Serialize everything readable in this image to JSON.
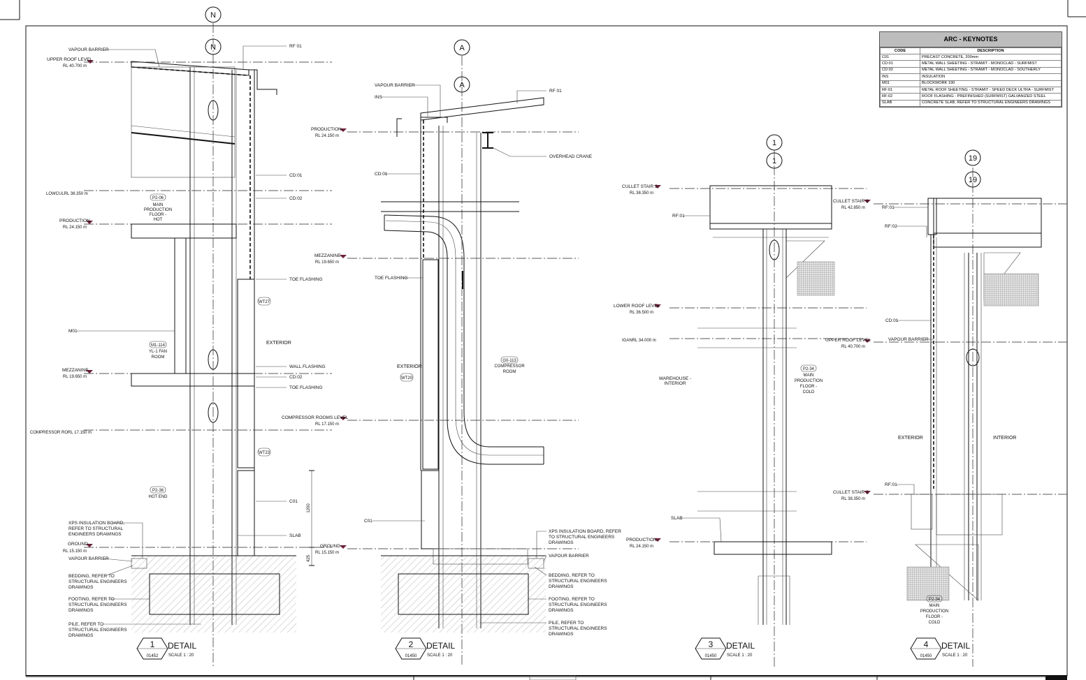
{
  "keynotes": {
    "title": "ARC - KEYNOTES",
    "col_code": "CODE",
    "col_desc": "DESCRIPTION",
    "rows": [
      {
        "code": "C01",
        "desc": "PRECAST CONCRETE, 200mm"
      },
      {
        "code": "CD:01",
        "desc": "METAL WALL SHEETING - STRAMIT - MONOCLAD - SURFMIST"
      },
      {
        "code": "CD:02",
        "desc": "METAL WALL SHEETING - STRAMIT - MONOCLAD - SOUTHERLY"
      },
      {
        "code": "INS",
        "desc": "INSULATION"
      },
      {
        "code": "M01",
        "desc": "BLOCKWORK 190"
      },
      {
        "code": "RF:01",
        "desc": "METAL ROOF SHEETING - STRAMIT - SPEED DECK ULTRA - SURFMIST"
      },
      {
        "code": "RF:02",
        "desc": "ROOF FLASHING - PREFINISHED (SURFMIST) GALVANIZED STEEL"
      },
      {
        "code": "SLAB",
        "desc": "CONCRETE SLAB, REFER TO STRUCTURAL ENGINEERS DRAWINGS"
      }
    ]
  },
  "grid": {
    "n": "N",
    "a": "A",
    "one": "1",
    "nineteen": "19"
  },
  "d1": {
    "vapour_barrier": "VAPOUR BARRIER",
    "rf01": "RF 01",
    "upper_roof": "UPPER ROOF LEVEL",
    "upper_roof_rl": "RL 40.700 m",
    "cd01": "CD:01",
    "cd02": "CD:02",
    "low_cul": "LOWCULRL 38.350 m",
    "p206": "P2-06",
    "room_main": "MAIN",
    "room_production": "PRODUCTION",
    "room_floor": "FLOOR -",
    "room_hot": "HOT",
    "production": "PRODUCTION",
    "production_rl": "RL 24.150 m",
    "toe_flashing": "TOE FLASHING",
    "wt27": "WT27",
    "m01": "M01",
    "m1114": "M1-114",
    "fan_1": "YL-1 FAN",
    "fan_2": "ROOM",
    "exterior": "EXTERIOR",
    "wall_flashing": "WALL FLASHING",
    "mezzanine": "MEZZANINE",
    "mezzanine_rl": "RL 19.650 m",
    "cd02b": "CD:02",
    "toe_flashing2": "TOE FLASHING",
    "compressor": "COMPRESSOR RORL 17.150 m",
    "wt23": "WT23",
    "p238": "P2-38",
    "hot_end": "HOT END",
    "c01": "C01",
    "dim_1200": "1200",
    "xps_1": "XPS INSULATION BOARD,",
    "xps_2": "REFER TO STRUCTURAL",
    "xps_3": "ENGINEERS DRAWINGS",
    "slab": "SLAB",
    "ground": "GROUND",
    "ground_rl": "RL 15.150 m",
    "vapour_barrier2": "VAPOUR BARRIER",
    "dim_425": "425",
    "bed_1": "BEDDING, REFER TO",
    "bed_2": "STRUCTURAL ENGINEERS",
    "bed_3": "DRAWINGS",
    "foot_1": "FOOTING, REFER TO",
    "foot_2": "STRUCTURAL ENGINEERS",
    "foot_3": "DRAWINGS",
    "pile_1": "PILE, REFER TO",
    "pile_2": "STRUCTURAL ENGINEERS",
    "pile_3": "DRAWINGS",
    "tag_num": "1",
    "tag_sheet": "01452",
    "tag_title": "DETAIL",
    "tag_scale": "SCALE   1 : 20"
  },
  "d2": {
    "vapour_barrier": "VAPOUR BARRIER",
    "ins": "INS",
    "rf01": "RF 01",
    "production": "PRODUCTION",
    "production_rl": "RL 24.150 m",
    "overhead_crane": "OVERHEAD CRANE",
    "cd01": "CD:01",
    "mezzanine": "MEZZANINE",
    "mezzanine_rl": "RL 19.650 m",
    "toe_flashing": "TOE FLASHING",
    "exterior": "EXTERIOR",
    "wt20": "WT20",
    "g0113": "G0-113",
    "compressor_1": "COMPRESSOR",
    "compressor_2": "ROOM",
    "comp_level": "COMPRESSOR ROOMS LEVEL",
    "comp_level_rl": "RL 17.150 m",
    "c01": "C01",
    "ground": "GROUND",
    "ground_rl": "RL 15.150 m",
    "xps_1": "XPS INSULATION BOARD, REFER",
    "xps_2": "TO STRUCTURAL ENGINEERS",
    "xps_3": "DRAWINGS",
    "vapour_barrier2": "VAPOUR BARRIER",
    "bed_1": "BEDDING, REFER TO",
    "bed_2": "STRUCTURAL ENGINEERS",
    "bed_3": "DRAWINGS",
    "foot_1": "FOOTING, REFER TO",
    "foot_2": "STRUCTURAL ENGINEERS",
    "foot_3": "DRAWINGS",
    "pile_1": "PILE, REFER TO",
    "pile_2": "STRUCTURAL ENGINEERS",
    "pile_3": "DRAWINGS",
    "tag_num": "2",
    "tag_sheet": "01450",
    "tag_title": "DETAIL",
    "tag_scale": "SCALE   1 : 20"
  },
  "d3": {
    "cullet2": "CULLET STAIR 2",
    "cullet2_rl": "RL 38.350 m",
    "rf01": "RF:01",
    "lower_roof": "LOWER ROOF LEVEL",
    "lower_roof_rl": "RL 36.500 m",
    "ganrl": "IGANRL 34.000 m",
    "warehouse_1": "WAREHOUSE -",
    "warehouse_2": "INTERIOR",
    "p234": "P2-34",
    "room_main": "MAIN",
    "room_production": "PRODUCTION",
    "room_floor": "FLOOR -",
    "room_cold": "COLD",
    "slab": "SLAB",
    "production": "PRODUCTION",
    "production_rl": "RL 24.150 m",
    "tag_num": "3",
    "tag_sheet": "01450",
    "tag_title": "DETAIL",
    "tag_scale": "SCALE   1 : 20"
  },
  "d4": {
    "cullet3": "CULLET STAIR 3",
    "cullet3_rl": "RL 42.850 m",
    "rf01": "RF:01",
    "rf02": "RF:02",
    "cd01": "CD:01",
    "vapour_barrier": "VAPOUR BARRIER",
    "upper_roof": "UPPER ROOF LEVEL",
    "upper_roof_rl": "RL 40.700 m",
    "exterior": "EXTERIOR",
    "interior": "INTERIOR",
    "rf01b": "RF:01",
    "cullet2": "CULLET STAIR 2",
    "cullet2_rl": "RL 38.350 m",
    "p234": "P2-34",
    "room_main": "MAIN",
    "room_production": "PRODUCTION",
    "room_floor": "FLOOR -",
    "room_cold": "COLD",
    "tag_num": "4",
    "tag_sheet": "01450",
    "tag_title": "DETAIL",
    "tag_scale": "SCALE   1 : 20"
  }
}
